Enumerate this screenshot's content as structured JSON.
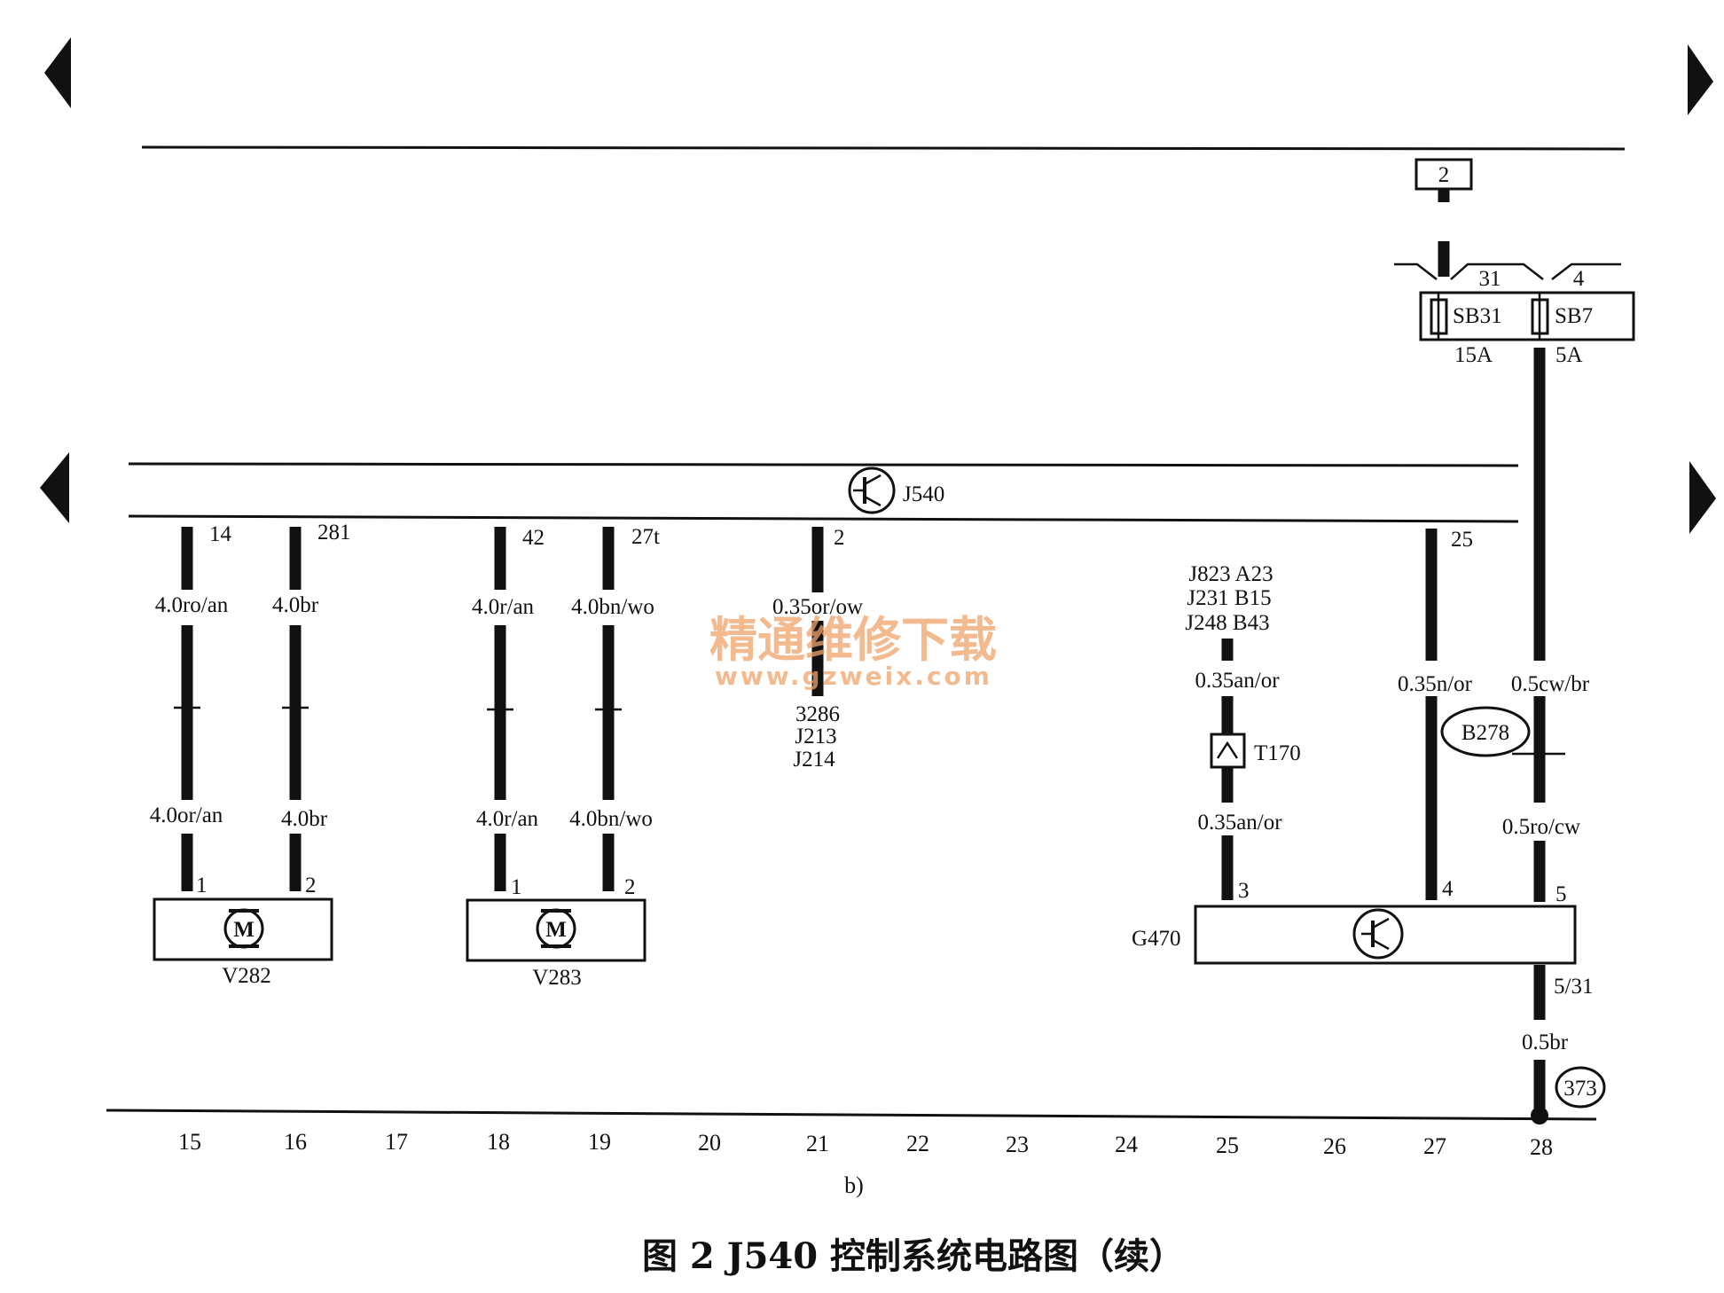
{
  "fuse_block": {
    "connector_number": "2",
    "fuses": [
      {
        "id": "SB31",
        "number": "31",
        "rating": "15A"
      },
      {
        "id": "SB7",
        "number": "4",
        "rating": "5A"
      }
    ]
  },
  "control_unit": {
    "label": "J540"
  },
  "motors": [
    {
      "id": "V282",
      "symbol": "M",
      "pins": [
        "1",
        "2"
      ]
    },
    {
      "id": "V283",
      "symbol": "M",
      "pins": [
        "1",
        "2"
      ]
    }
  ],
  "sensor": {
    "id": "G470",
    "pins": [
      "3",
      "4",
      "5"
    ],
    "ground_pin": "5/31"
  },
  "wires": [
    {
      "pin": "14",
      "upper": "4.0ro/an",
      "lower": "4.0or/an"
    },
    {
      "pin": "281",
      "upper": "4.0br",
      "lower": "4.0br"
    },
    {
      "pin": "42",
      "upper": "4.0r/an",
      "lower": "4.0r/an"
    },
    {
      "pin": "27t",
      "upper": "4.0bn/wo",
      "lower": "4.0bn/wo"
    },
    {
      "pin": "2",
      "upper": "0.35or/ow",
      "destinations": [
        "3286",
        "J213",
        "J214"
      ]
    },
    {
      "sources": [
        "J823 A23",
        "J231 B15",
        "J248 B43"
      ],
      "upper": "0.35an/or",
      "connector": "T170",
      "lower": "0.35an/or"
    },
    {
      "pin": "25",
      "upper": "0.35n/or"
    },
    {
      "upper": "0.5cw/br",
      "connector": "B278",
      "lower": "0.5ro/cw"
    }
  ],
  "ground": {
    "wire": "0.5br",
    "point": "373"
  },
  "columns": [
    "15",
    "16",
    "17",
    "18",
    "19",
    "20",
    "21",
    "22",
    "23",
    "24",
    "25",
    "26",
    "27",
    "28"
  ],
  "sublabel": "b)",
  "caption": "图 2  J540 控制系统电路图（续）",
  "watermark": {
    "text": "精通维修下载",
    "url": "www.gzweix.com"
  }
}
